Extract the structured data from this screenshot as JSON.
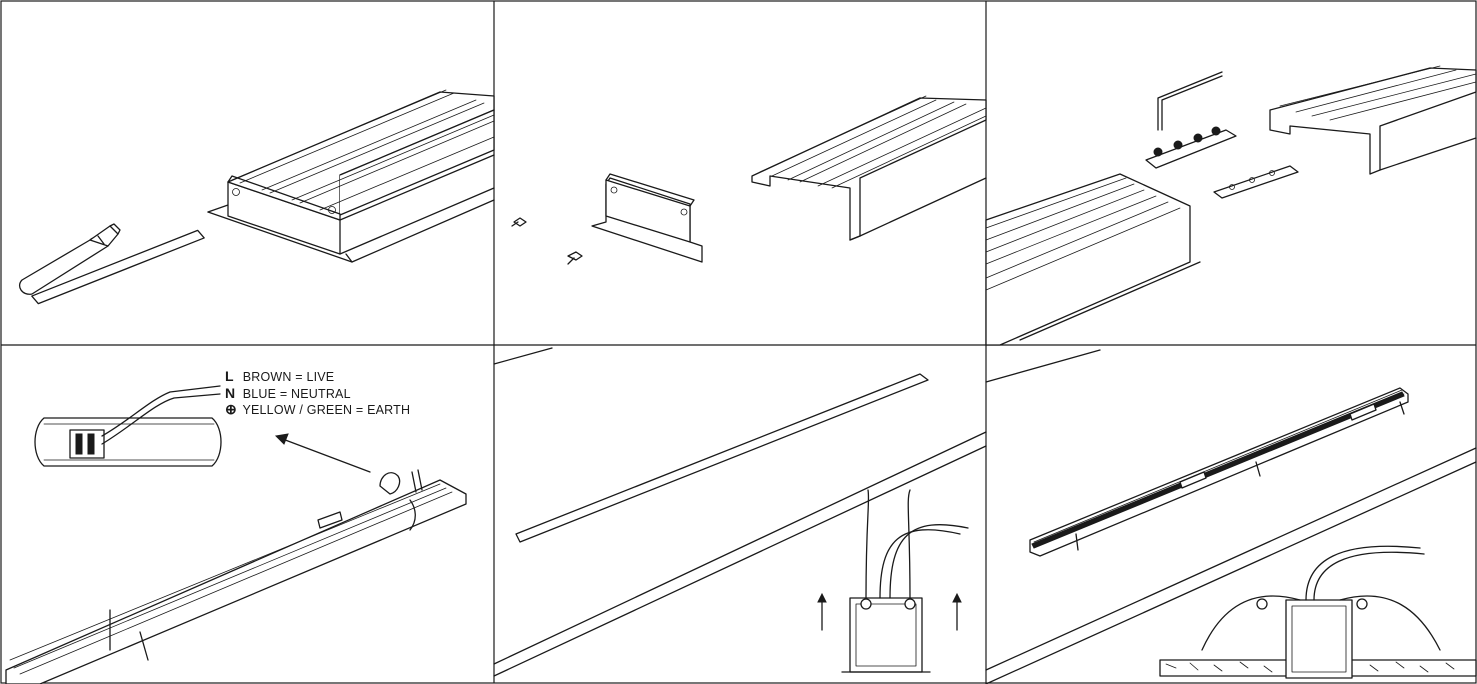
{
  "wiring_legend": {
    "live": {
      "code": "L",
      "text": "BROWN = LIVE"
    },
    "neutral": {
      "code": "N",
      "text": "BLUE = NEUTRAL"
    },
    "earth": {
      "code": "⊕",
      "text": "YELLOW / GREEN = EARTH"
    }
  }
}
